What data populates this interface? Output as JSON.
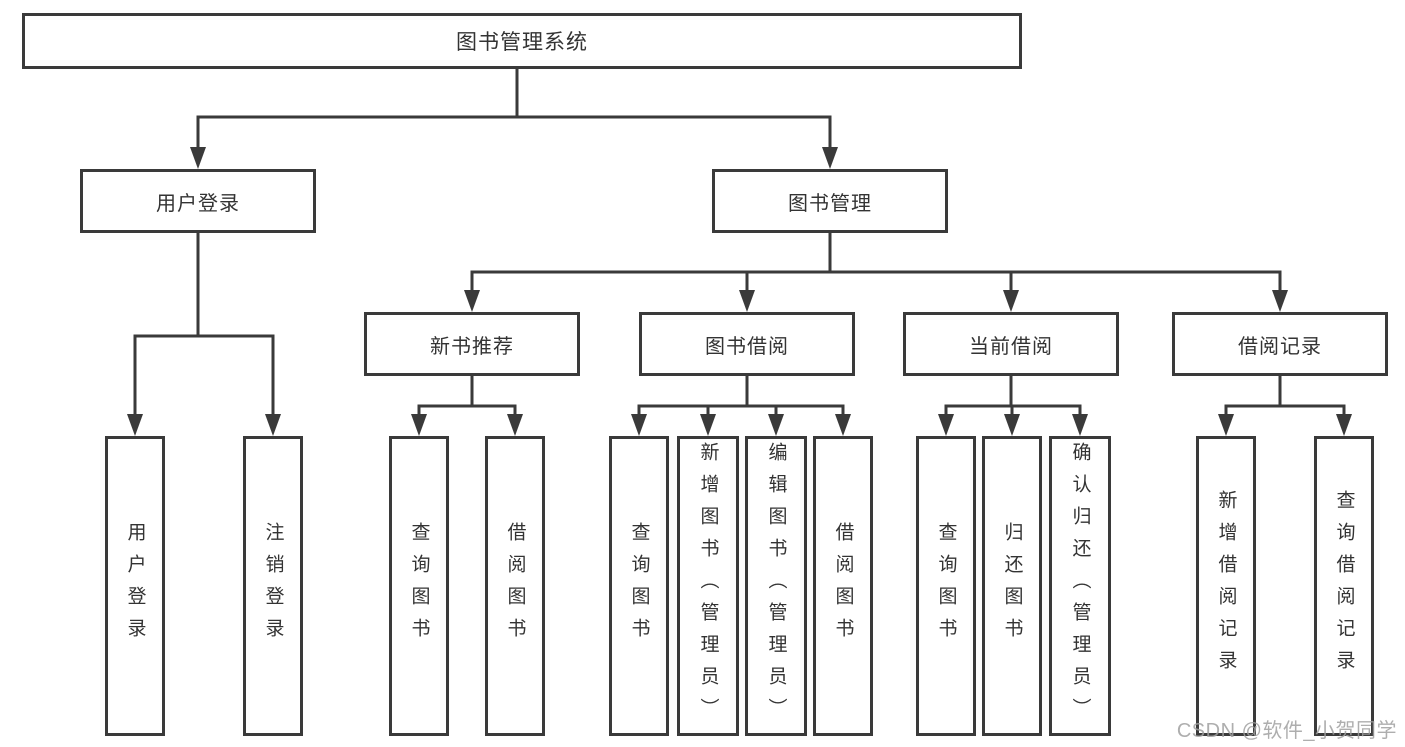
{
  "diagram": {
    "root": {
      "label": "图书管理系统"
    },
    "branches": [
      {
        "label": "用户登录",
        "children": [
          {
            "label": "用户登录"
          },
          {
            "label": "注销登录"
          }
        ]
      },
      {
        "label": "图书管理",
        "children": [
          {
            "label": "新书推荐",
            "children": [
              {
                "label": "查询图书"
              },
              {
                "label": "借阅图书"
              }
            ]
          },
          {
            "label": "图书借阅",
            "children": [
              {
                "label": "查询图书"
              },
              {
                "label": "新增图书（管理员）"
              },
              {
                "label": "编辑图书（管理员）"
              },
              {
                "label": "借阅图书"
              }
            ]
          },
          {
            "label": "当前借阅",
            "children": [
              {
                "label": "查询图书"
              },
              {
                "label": "归还图书"
              },
              {
                "label": "确认归还（管理员）"
              }
            ]
          },
          {
            "label": "借阅记录",
            "children": [
              {
                "label": "新增借阅记录"
              },
              {
                "label": "查询借阅记录"
              }
            ]
          }
        ]
      }
    ]
  },
  "watermark": {
    "text": "CSDN @软件_小贺同学"
  },
  "colors": {
    "line": "#3a3a3a",
    "text": "#333333",
    "bg": "#ffffff",
    "watermark": "#a0a0a0"
  }
}
